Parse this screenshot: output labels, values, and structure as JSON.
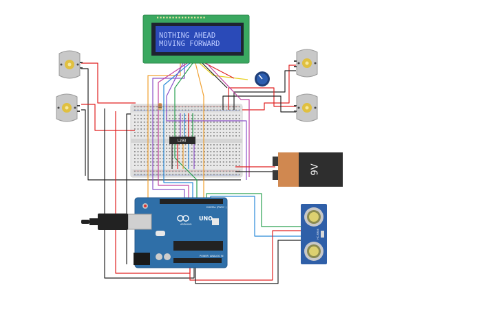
{
  "lcd": {
    "line1": "NOTHING AHEAD",
    "line2": "MOVING FORWARD"
  },
  "battery": {
    "label": "9V"
  },
  "driver_chip": {
    "label": "L293"
  },
  "arduino": {
    "board": "UNO",
    "brand": "ARDUINO",
    "power_label": "POWER",
    "analog_label": "ANALOG IN",
    "digital_label": "DIGITAL (PWM~)"
  },
  "sensor": {
    "label": "HC-SR04"
  },
  "colors": {
    "wire_red": "#e02020",
    "wire_black": "#222222",
    "wire_orange": "#f0a030",
    "wire_yellow": "#e8d020",
    "wire_blue": "#2a8ad8",
    "wire_green": "#2aa050",
    "wire_purple": "#8a50c8",
    "wire_magenta": "#c040a0",
    "board_blue": "#2f6fa8",
    "lcd_green": "#3aa860",
    "battery_orange": "#d08850"
  },
  "icons": [
    "motor-icon",
    "potentiometer-icon",
    "usb-plug-icon"
  ]
}
